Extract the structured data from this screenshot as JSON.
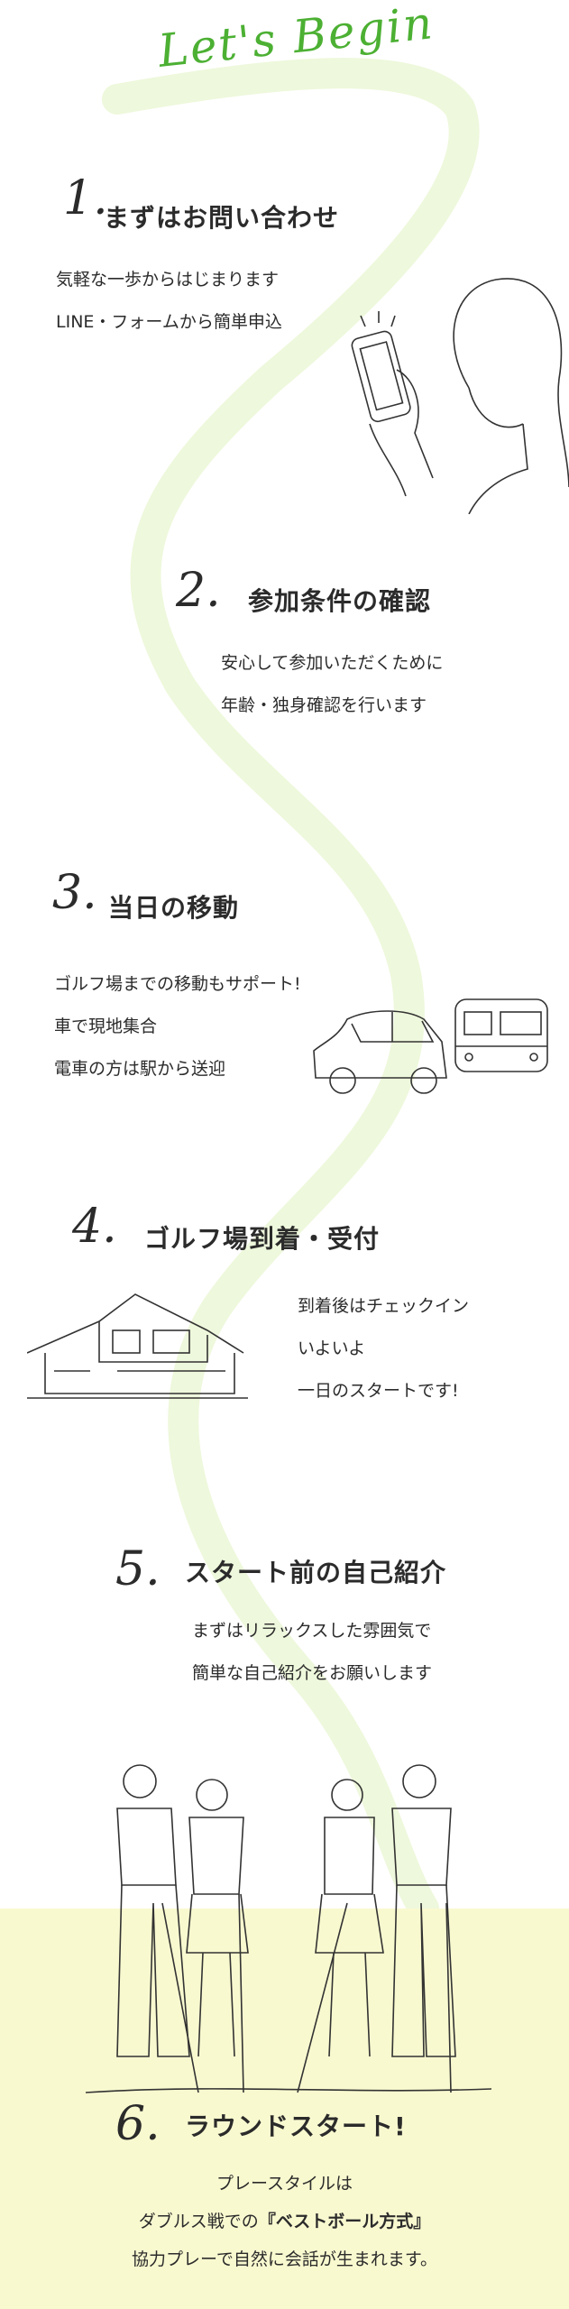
{
  "header": {
    "title": "Let's Begin"
  },
  "steps": [
    {
      "number": "1.",
      "title": "まずはお問い合わせ",
      "lines": [
        "気軽な一歩からはじまります",
        "LINE・フォームから簡単申込"
      ]
    },
    {
      "number": "2.",
      "title": "参加条件の確認",
      "lines": [
        "安心して参加いただくために",
        "年齢・独身確認を行います"
      ]
    },
    {
      "number": "3.",
      "title": "当日の移動",
      "lines": [
        "ゴルフ場までの移動もサポート!",
        "車で現地集合",
        "電車の方は駅から送迎"
      ]
    },
    {
      "number": "4.",
      "title": "ゴルフ場到着・受付",
      "lines": [
        "到着後はチェックイン",
        "いよいよ",
        "一日のスタートです!"
      ]
    },
    {
      "number": "5.",
      "title": "スタート前の自己紹介",
      "lines": [
        "まずはリラックスした雰囲気で",
        "簡単な自己紹介をお願いします"
      ]
    },
    {
      "number": "6.",
      "title": "ラウンドスタート!",
      "lines": [
        "プレースタイルは",
        "ダブルス戦での",
        "『ベストボール方式』",
        "協力プレーで自然に会話が生まれます。"
      ]
    }
  ],
  "colors": {
    "accent": "#4cb033",
    "ribbon": "#eef8dc",
    "footer_bg": "#f9f9d0"
  }
}
